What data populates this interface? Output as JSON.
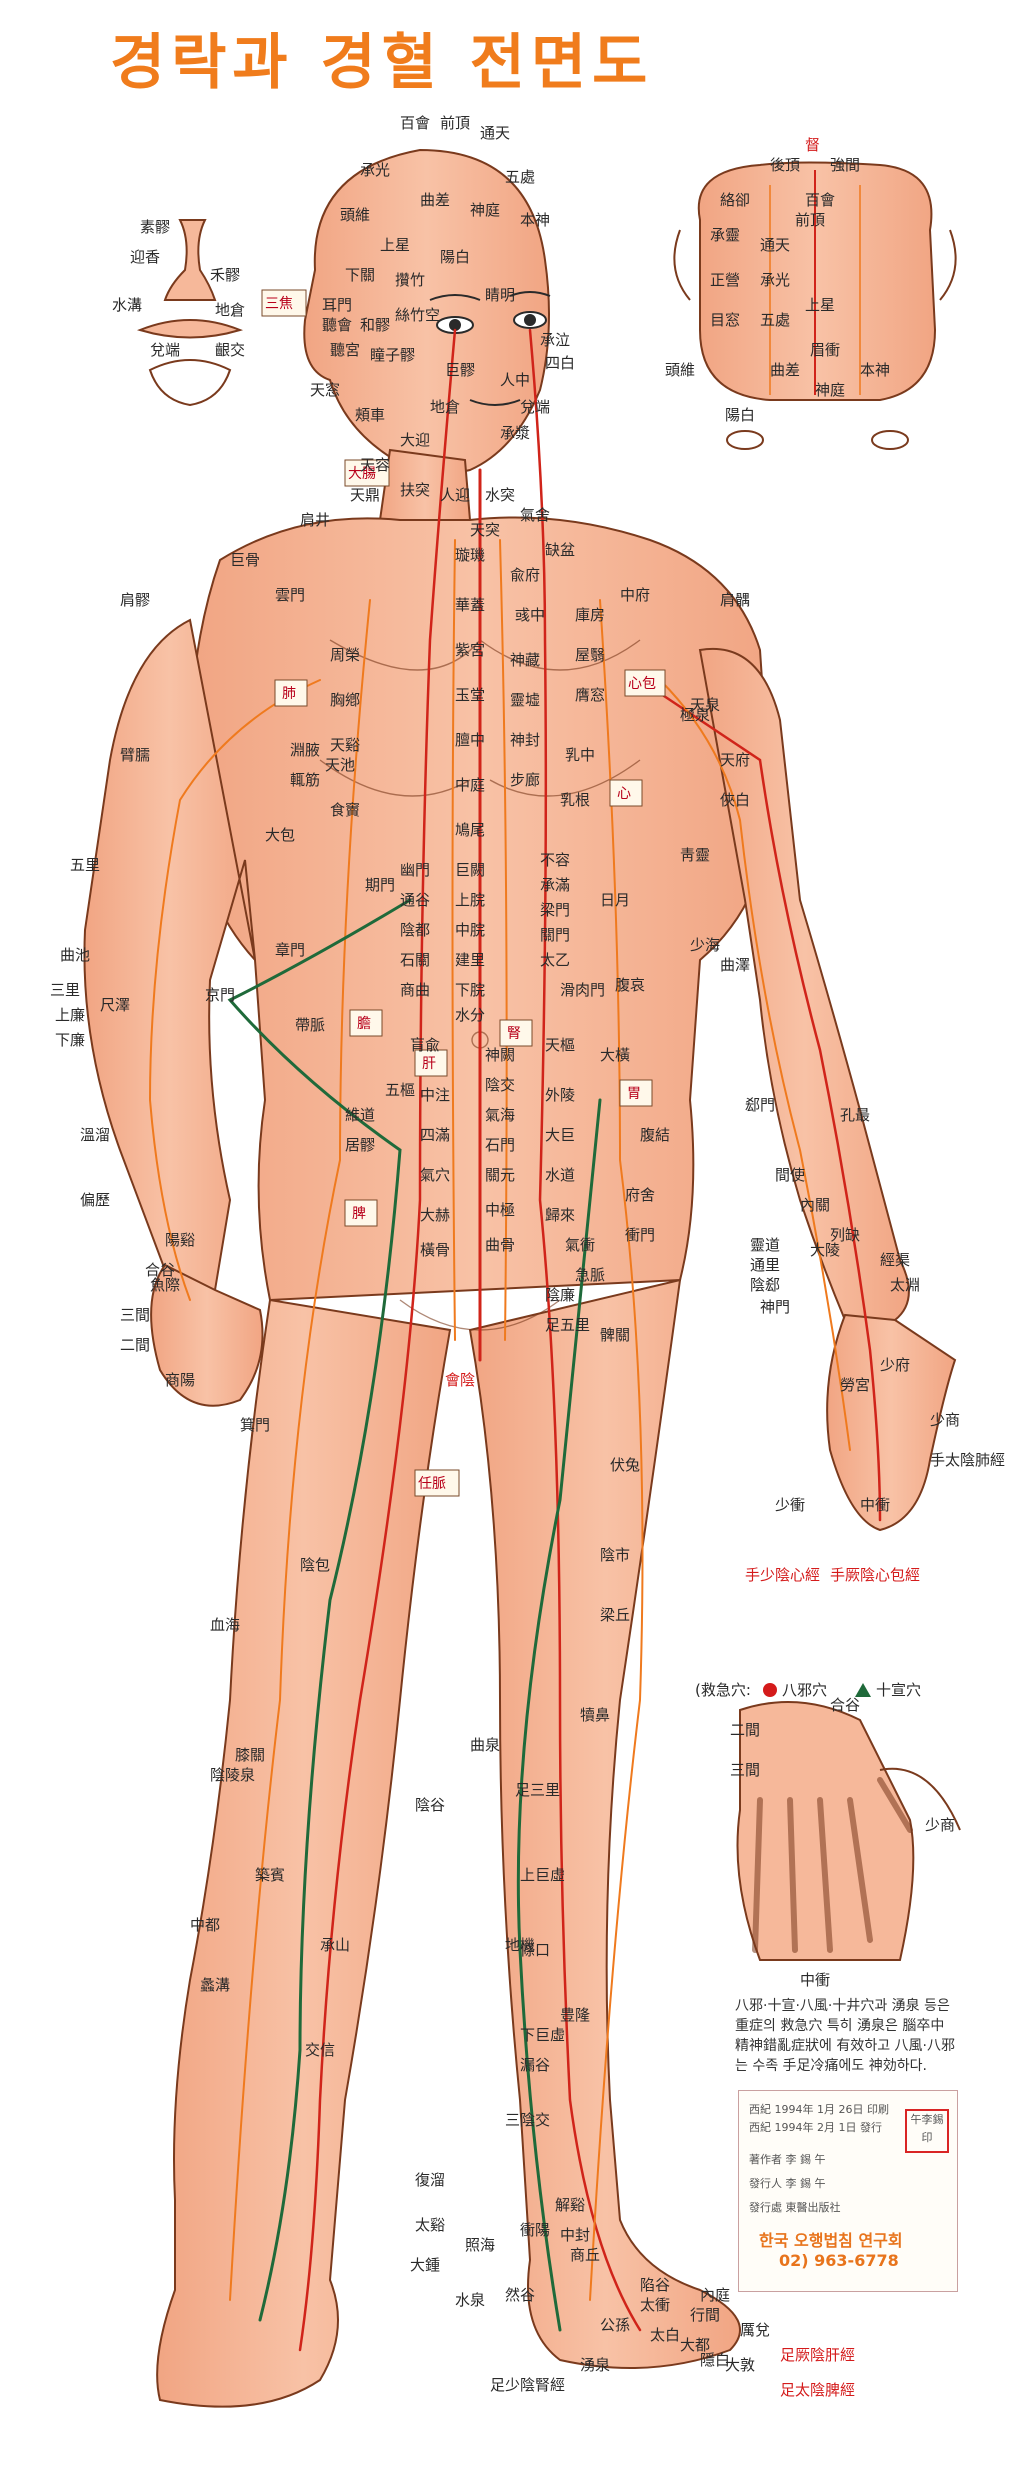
{
  "title": "경락과 경혈 전면도",
  "meridian_chips": [
    "脾",
    "肝",
    "腎",
    "胃",
    "心包",
    "心",
    "肺",
    "大腸",
    "三焦",
    "任脈",
    "膽"
  ],
  "points_head": [
    "百會",
    "前頂",
    "通天",
    "承光",
    "五處",
    "曲差",
    "神庭",
    "頭維",
    "本神",
    "上星",
    "陽白",
    "攢竹",
    "睛明",
    "承泣",
    "四白",
    "巨髎",
    "地倉",
    "人中",
    "兌端",
    "承漿",
    "頰車",
    "大迎",
    "下關",
    "聽會",
    "耳門",
    "聽宮",
    "和髎",
    "絲竹空",
    "瞳子髎",
    "天容",
    "天窓",
    "扶突",
    "人迎",
    "水突",
    "氣舍",
    "天鼎"
  ],
  "points_face_detail": [
    "素髎",
    "迎香",
    "禾髎",
    "水溝",
    "地倉",
    "兌端",
    "齦交"
  ],
  "points_top_view": [
    "督",
    "後頂",
    "強間",
    "絡卻",
    "前頂",
    "通天",
    "承光",
    "正營",
    "承靈",
    "目窓",
    "五處",
    "曲差",
    "本神",
    "頭維",
    "神庭",
    "陽白",
    "眉衝",
    "上星",
    "百會"
  ],
  "points_trunk": [
    "缺盆",
    "兪府",
    "彧中",
    "神藏",
    "靈墟",
    "神封",
    "步廊",
    "中府",
    "雲門",
    "庫房",
    "屋翳",
    "膺窓",
    "乳中",
    "乳根",
    "期門",
    "日月",
    "不容",
    "承滿",
    "梁門",
    "關門",
    "太乙",
    "滑肉門",
    "天樞",
    "外陵",
    "大巨",
    "水道",
    "歸來",
    "氣衝",
    "衝門",
    "府舍",
    "腹結",
    "大橫",
    "腹哀",
    "食竇",
    "天谿",
    "胸鄕",
    "周榮",
    "大包",
    "淵腋",
    "輒筋",
    "天池",
    "璇璣",
    "華蓋",
    "紫宮",
    "玉堂",
    "膻中",
    "中庭",
    "鳩尾",
    "巨闕",
    "上脘",
    "中脘",
    "建里",
    "下脘",
    "水分",
    "神闕",
    "陰交",
    "氣海",
    "石門",
    "關元",
    "中極",
    "曲骨",
    "幽門",
    "通谷",
    "陰都",
    "石關",
    "商曲",
    "肓兪",
    "中注",
    "四滿",
    "氣穴",
    "大赫",
    "橫骨",
    "章門",
    "京門",
    "帶脈",
    "五樞",
    "維道",
    "居髎",
    "急脈",
    "陰廉",
    "足五里",
    "會陰",
    "天突"
  ],
  "points_arm": [
    "肩井",
    "巨骨",
    "肩髃",
    "肩髎",
    "臂臑",
    "天泉",
    "天府",
    "俠白",
    "尺澤",
    "孔最",
    "列缺",
    "經渠",
    "太淵",
    "魚際",
    "少商",
    "曲澤",
    "郄門",
    "間使",
    "內關",
    "大陵",
    "勞宮",
    "中衝",
    "極泉",
    "靑靈",
    "少海",
    "靈道",
    "通里",
    "陰郄",
    "神門",
    "少府",
    "少衝",
    "五里",
    "曲池",
    "三里",
    "上廉",
    "下廉",
    "溫溜",
    "偏歷",
    "陽谿",
    "合谷",
    "三間",
    "二間",
    "商陽",
    "手少陰心經",
    "手厥陰心包經",
    "手太陰肺經"
  ],
  "points_leg": [
    "髀關",
    "伏兔",
    "陰市",
    "梁丘",
    "犢鼻",
    "足三里",
    "上巨虛",
    "條口",
    "下巨虛",
    "豊隆",
    "解谿",
    "衝陽",
    "陷谷",
    "內庭",
    "厲兌",
    "箕門",
    "血海",
    "陰陵泉",
    "地機",
    "漏谷",
    "三陰交",
    "商丘",
    "公孫",
    "太白",
    "大都",
    "隱白",
    "陰包",
    "曲泉",
    "膝關",
    "中都",
    "蠡溝",
    "中封",
    "太衝",
    "行間",
    "大敦",
    "陰谷",
    "築賓",
    "交信",
    "復溜",
    "太谿",
    "大鍾",
    "水泉",
    "照海",
    "然谷",
    "湧泉",
    "承山",
    "足少陰腎經",
    "足厥陰肝經",
    "足太陰脾經"
  ],
  "legend": {
    "prefix": "(救急穴:",
    "items": [
      {
        "label": "八邪穴",
        "color": "#d41b1b"
      },
      {
        "label": "十宣穴",
        "color": "#1f6a3a"
      }
    ]
  },
  "hand_detail": [
    "二間",
    "三間",
    "合谷",
    "中衝",
    "少商"
  ],
  "note_lines": [
    "八邪·十宣·八風·十井穴과 湧泉 등은",
    "重症의 救急穴 특히 湧泉은 腦卒中",
    "精神錯亂症狀에 有效하고 八風·八邪",
    "는 수족 手足冷痛에도 神効하다."
  ],
  "publication": {
    "line1": "西紀 1994年 1月 26日 印刷",
    "line2": "西紀 1994年 2月 1日 發行",
    "line3": "著作者  李 錫 午",
    "line4": "發行人  李 錫 午",
    "line5": "發行處  東醫出版社",
    "seal": "午李錫印",
    "org": "한국 오행법침 연구회",
    "tel": "02) 963-6778"
  },
  "colors": {
    "skin": "#f6b89a",
    "skin_shadow": "#e59f7e",
    "outline": "#7a3a1d",
    "meridian_red": "#d0241a",
    "meridian_orange": "#ef7a1e",
    "meridian_green": "#1f6a3a",
    "title": "#f07c1c"
  }
}
